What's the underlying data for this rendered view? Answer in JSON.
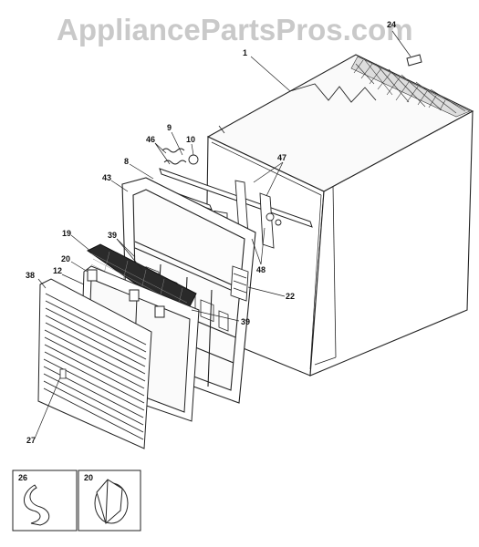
{
  "watermark": "AppliancePartsPros.com",
  "callouts": {
    "c1": "1",
    "c24": "24",
    "c9": "9",
    "c10": "10",
    "c46": "46",
    "c47": "47",
    "c8": "8",
    "c43": "43",
    "c19": "19",
    "c39a": "39",
    "c20": "20",
    "c12": "12",
    "c38": "38",
    "c22": "22",
    "c48": "48",
    "c39b": "39",
    "c27": "27",
    "inset26": "26",
    "inset20": "20"
  }
}
